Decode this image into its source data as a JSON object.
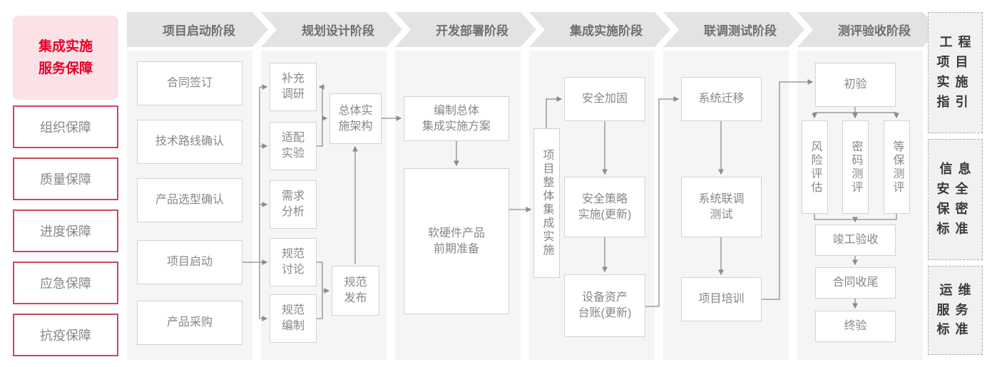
{
  "sidebar": {
    "title": "集成实施\n服务保障",
    "items": [
      "组织保障",
      "质量保障",
      "进度保障",
      "应急保障",
      "抗疫保障"
    ]
  },
  "phases": [
    "项目启动阶段",
    "规划设计阶段",
    "开发部署阶段",
    "集成实施阶段",
    "联调测试阶段",
    "测评验收阶段"
  ],
  "col1": {
    "boxes": [
      "合同签订",
      "技术路线确认",
      "产品选型确认",
      "项目启动",
      "产品采购"
    ]
  },
  "col2": {
    "boxes": [
      "补充\n调研",
      "适配\n实验",
      "需求\n分析",
      "规范\n讨论",
      "规范\n编制"
    ],
    "architecture": "总体实\n施架构",
    "release": "规范\n发布"
  },
  "col3": {
    "plan": "编制总体\n集成实施方案",
    "preparation": "软硬件产品\n前期准备"
  },
  "col4": {
    "vertical": "项目整体集成实施",
    "boxes": [
      "安全加固",
      "安全策略\n实施(更新)",
      "设备资产\n台账(更新)"
    ]
  },
  "col5": {
    "boxes": [
      "系统迁移",
      "系统联调\n测试",
      "项目培训"
    ]
  },
  "col6": {
    "first": "初验",
    "verticals": [
      "风险评估",
      "密码测评",
      "等保测评"
    ],
    "boxes": [
      "竣工验收",
      "合同收尾",
      "终验"
    ]
  },
  "standards": [
    "工程\n项目\n实施\n指引",
    "信息\n安全\n保密\n标准",
    "运维\n服务\n标准"
  ],
  "colors": {
    "accent-red": "#e60028",
    "pink-bg": "#fbe2e7",
    "red-border": "#c8495c",
    "header-bg": "#e3e3e4",
    "header-text": "#6f6f73",
    "band-bg": "#f5f5f6",
    "box-border": "#d2d2d4",
    "box-text": "#87878b",
    "line": "#8c8c90",
    "dash-bg": "#f1f1f2",
    "dash-border": "#b0b0b2",
    "dash-text": "#3a3a3c"
  }
}
